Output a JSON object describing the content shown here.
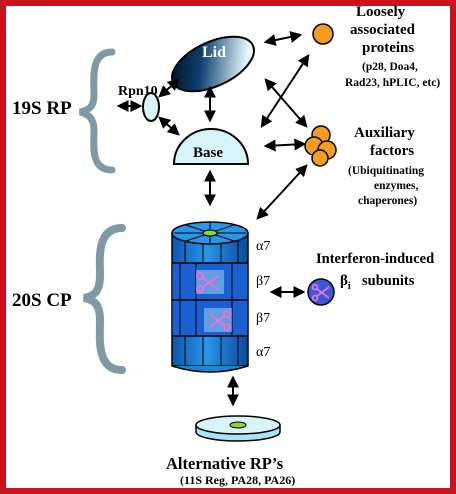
{
  "labels": {
    "rp19": "19S RP",
    "cp20": "20S CP",
    "rpn10": "Rpn10",
    "lid": "Lid",
    "base": "Base",
    "loosely": [
      "Loosely",
      "associated",
      "proteins"
    ],
    "loosely_sub": [
      "(p28, Doa4,",
      "Rad23, hPLIC, etc)"
    ],
    "auxiliary": [
      "Auxiliary",
      "factors"
    ],
    "auxiliary_sub": [
      "(Ubiquitinating",
      "enzymes,",
      "chaperones)"
    ],
    "interferon": "Interferon-induced",
    "beta_i": "β",
    "beta_i_sub": "i",
    "subunits": "subunits",
    "ring_a7_top": "α7",
    "ring_b7_top": "β7",
    "ring_b7_bottom": "β7",
    "ring_a7_bottom": "α7",
    "alt_title": "Alternative RP’s",
    "alt_sub": "(11S Reg, PA28, PA26)"
  },
  "colors": {
    "frame": "#c8141e",
    "brace": "#7f9aa6",
    "cylinder": "#1a86d6",
    "cylinder_dark": "#0a3f8a",
    "pale_cyan": "#d8f4fb",
    "orange": "#f39c1f",
    "scissors": "#e873d8",
    "beta_i_circle": "#3a58d8",
    "disc_center": "#8fd23a"
  }
}
